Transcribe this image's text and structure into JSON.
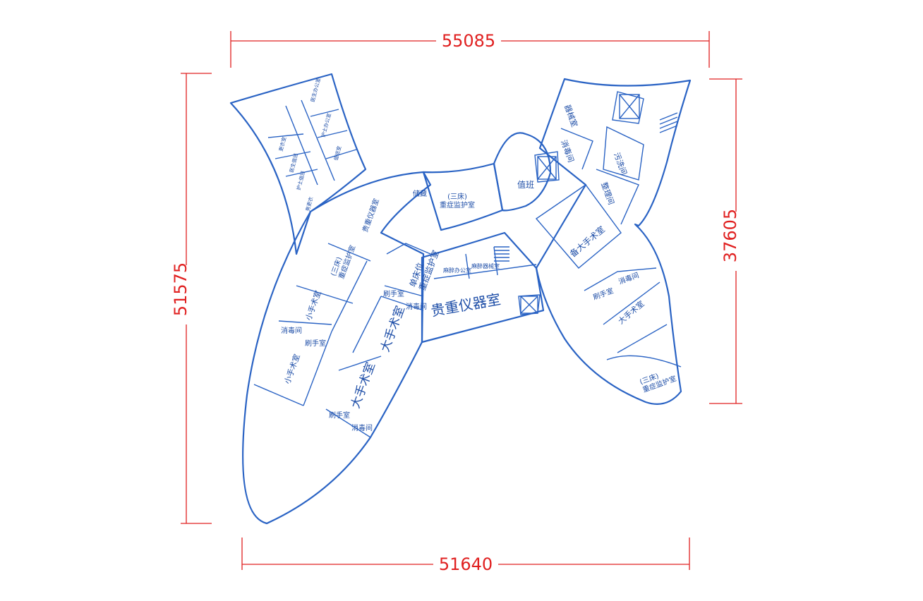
{
  "dimensions": {
    "top": "55085",
    "bottom": "51640",
    "left": "51575",
    "right": "37605"
  },
  "rooms": {
    "duty": "值班",
    "monitor_center_top": "(三床)\n重症监护室",
    "corridor_side": "储藏",
    "precious_instruments_small": "贵重仪器室",
    "monitor_left": "(三床)\n重症监护室",
    "small_op_1": "小手术室",
    "small_op_2": "小手术室",
    "disinfect_1": "消毒间",
    "wash_1": "刷手室",
    "large_op_1": "大手术室",
    "large_op_2": "大手术室",
    "wash_2": "刷手室",
    "disinfect_2": "消毒间",
    "wash_3": "刷手室",
    "disinfect_3": "消毒间",
    "single_bed": "单床位\n重症监护室",
    "anesthesia_office": "麻醉办公室",
    "anesthesia_equip": "麻醉器械室",
    "precious_instruments_main": "贵重仪器室",
    "instruments": "器械室",
    "disinfect_upper": "消毒间",
    "dirty_wash": "污洗间",
    "sort_room": "整理间",
    "standby_large_op": "备大手术室",
    "wash_right": "刷手室",
    "disinfect_right": "消毒间",
    "large_op_right": "大手术室",
    "monitor_right": "(三床)\n重症监护室",
    "wing_office_1": "医生办公室",
    "wing_office_2": "护士办公室",
    "wing_office_3": "值班室",
    "wing_office_4": "更衣室",
    "wing_office_5": "医生值班",
    "wing_office_6": "护士值班",
    "wing_office_7": "男更衣"
  },
  "colors": {
    "walls": "#2a63c4",
    "dimensions": "#e02020",
    "background": "#ffffff"
  },
  "icons": {
    "elevator": "elevator-icon",
    "stairs": "stairs-icon"
  }
}
